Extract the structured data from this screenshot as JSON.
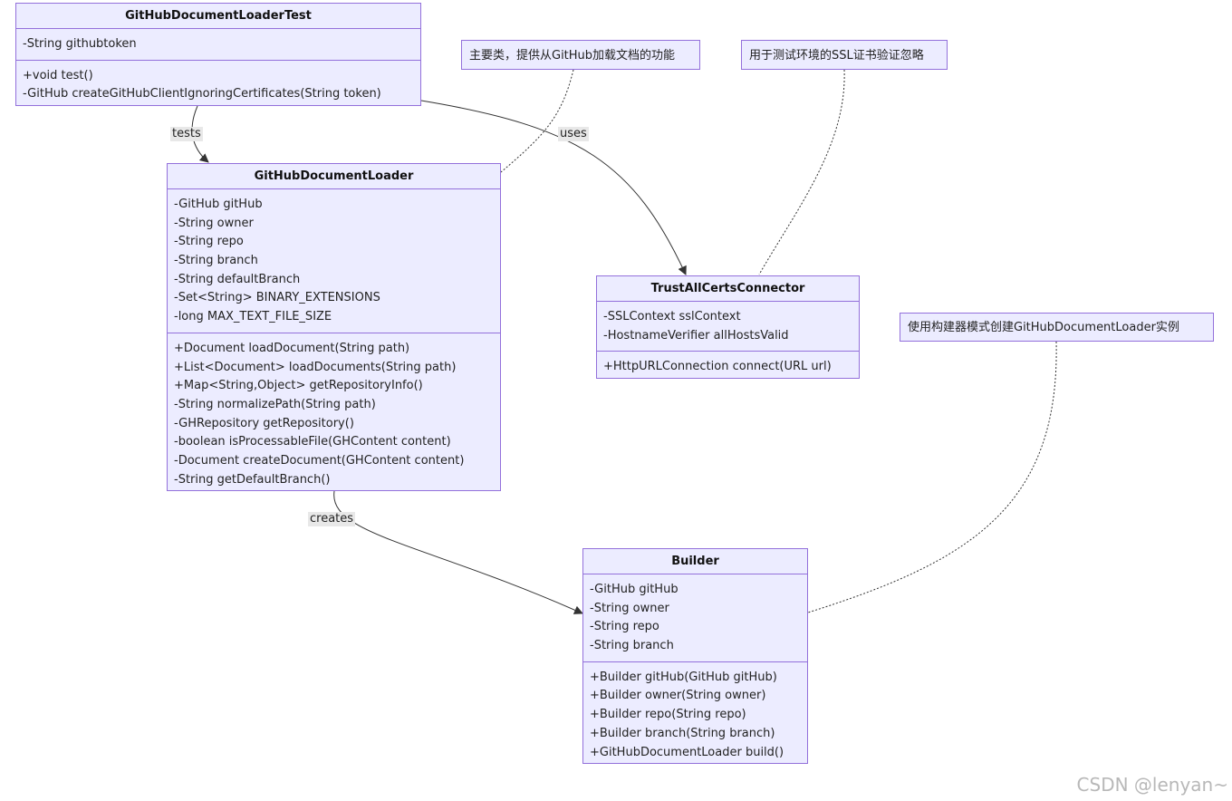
{
  "classes": {
    "test": {
      "name": "GitHubDocumentLoaderTest",
      "attributes": [
        "-String githubtoken"
      ],
      "methods": [
        "+void test()",
        "-GitHub createGitHubClientIgnoringCertificates(String token)"
      ]
    },
    "loader": {
      "name": "GitHubDocumentLoader",
      "attributes": [
        "-GitHub gitHub",
        "-String owner",
        "-String repo",
        "-String branch",
        "-String defaultBranch",
        "-Set<String> BINARY_EXTENSIONS",
        "-long MAX_TEXT_FILE_SIZE"
      ],
      "methods": [
        "+Document loadDocument(String path)",
        "+List<Document> loadDocuments(String path)",
        "+Map<String,Object> getRepositoryInfo()",
        "-String normalizePath(String path)",
        "-GHRepository getRepository()",
        "-boolean isProcessableFile(GHContent content)",
        "-Document createDocument(GHContent content)",
        "-String getDefaultBranch()"
      ]
    },
    "connector": {
      "name": "TrustAllCertsConnector",
      "attributes": [
        "-SSLContext sslContext",
        "-HostnameVerifier allHostsValid"
      ],
      "methods": [
        "+HttpURLConnection connect(URL url)"
      ]
    },
    "builder": {
      "name": "Builder",
      "attributes": [
        "-GitHub gitHub",
        "-String owner",
        "-String repo",
        "-String branch"
      ],
      "methods": [
        "+Builder gitHub(GitHub gitHub)",
        "+Builder owner(String owner)",
        "+Builder repo(String repo)",
        "+Builder branch(String branch)",
        "+GitHubDocumentLoader build()"
      ]
    }
  },
  "notes": {
    "loader_note": "主要类，提供从GitHub加载文档的功能",
    "connector_note": "用于测试环境的SSL证书验证忽略",
    "builder_note": "使用构建器模式创建GitHubDocumentLoader实例"
  },
  "edge_labels": {
    "tests": "tests",
    "uses": "uses",
    "creates": "creates"
  },
  "watermark": "CSDN @lenyan~",
  "colors": {
    "box_fill": "#ececff",
    "box_border": "#9370db",
    "edge": "#333333"
  }
}
